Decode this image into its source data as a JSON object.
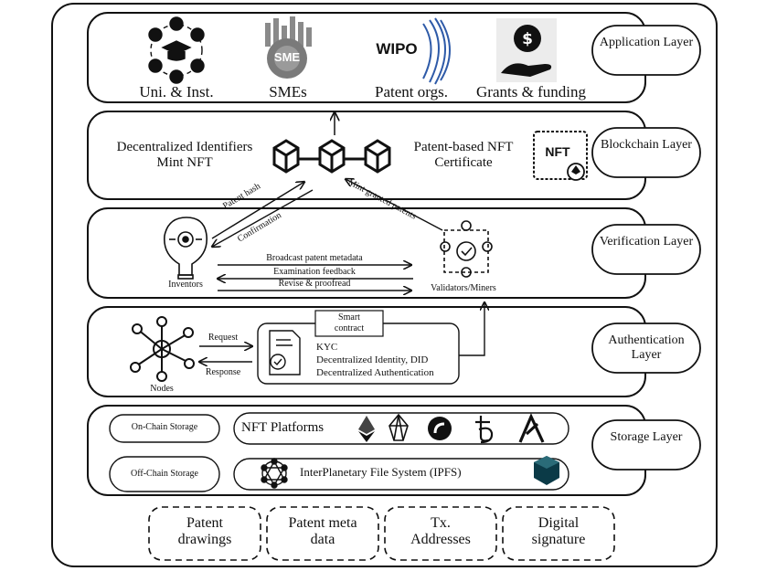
{
  "layers": {
    "application": "Application Layer",
    "blockchain": "Blockchain Layer",
    "verification": "Verification Layer",
    "authentication": "Authentication Layer",
    "storage": "Storage Layer"
  },
  "application": {
    "uni": "Uni. & Inst.",
    "smes": "SMEs",
    "sme_logo": "SME",
    "wipo_logo": "WIPO",
    "patent_orgs": "Patent orgs.",
    "grants": "Grants & funding"
  },
  "blockchain": {
    "did_line1": "Decentralized Identifiers",
    "did_line2": "Mint NFT",
    "nft_line1": "Patent-based NFT",
    "nft_line2": "Certificate",
    "nft_badge": "NFT"
  },
  "arrows": {
    "patent_hash": "Patent hash",
    "confirmation": "Confirmation",
    "mint_granted": "Mint granted patents",
    "broadcast": "Broadcast patent metadata",
    "examination": "Examination feedback",
    "revise": "Revise & proofread",
    "request": "Request",
    "response": "Response"
  },
  "verification": {
    "inventors": "Inventors",
    "validators": "Validators/Miners"
  },
  "authentication": {
    "nodes": "Nodes",
    "smart_contract_line1": "Smart",
    "smart_contract_line2": "contract",
    "kyc": "KYC",
    "did": "Decentralized Identity, DID",
    "auth": "Decentralized Authentication"
  },
  "storage": {
    "on_chain": "On-Chain Storage",
    "off_chain": "Off-Chain Storage",
    "nft_platforms": "NFT Platforms",
    "ipfs": "InterPlanetary File System (IPFS)"
  },
  "bottom": {
    "drawings_l1": "Patent",
    "drawings_l2": "drawings",
    "meta_l1": "Patent meta",
    "meta_l2": "data",
    "tx_l1": "Tx.",
    "tx_l2": "Addresses",
    "sig_l1": "Digital",
    "sig_l2": "signature"
  }
}
